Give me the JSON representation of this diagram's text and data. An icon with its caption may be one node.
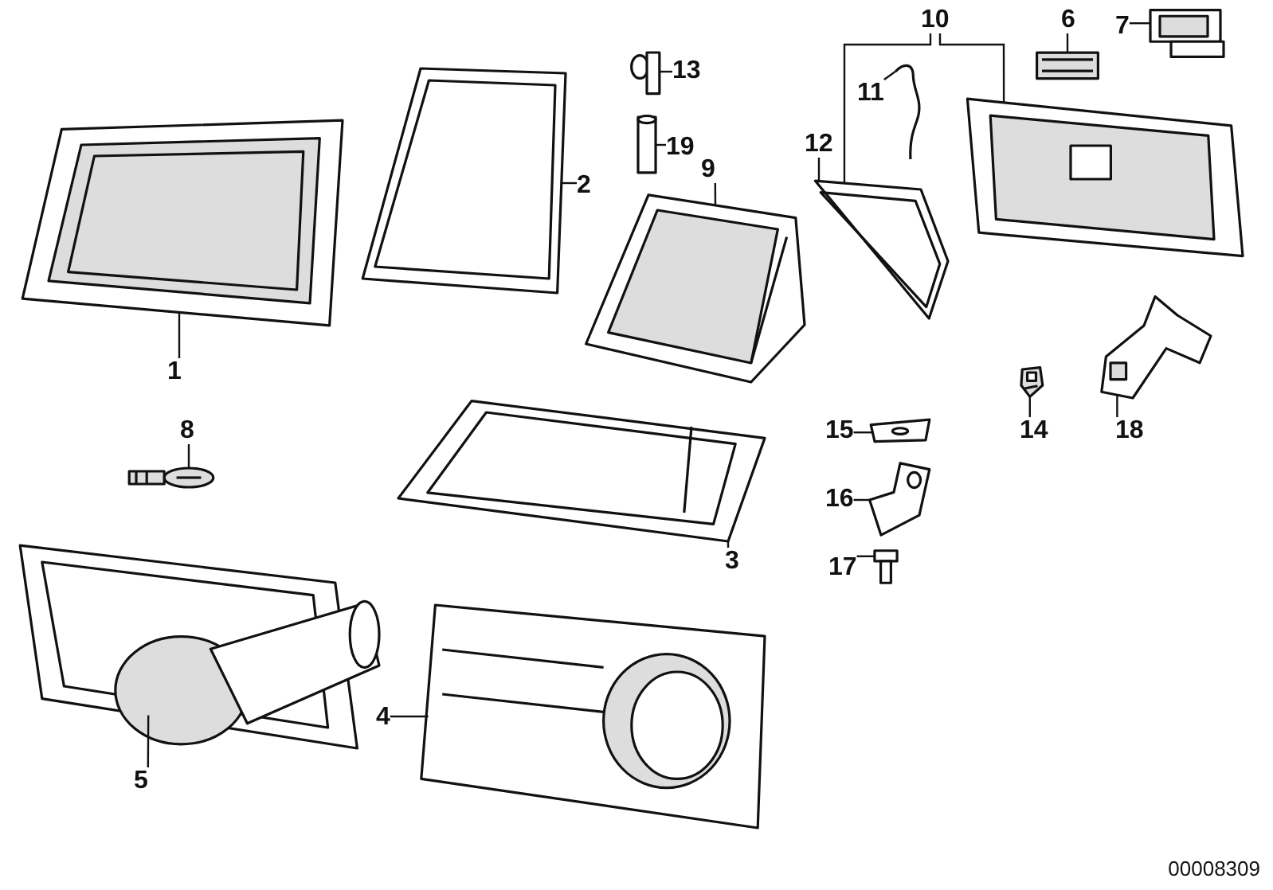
{
  "diagram": {
    "nodes": [
      {
        "text": [
          "1"
        ]
      },
      {
        "text": [
          "2"
        ]
      },
      {
        "text": [
          "3"
        ]
      },
      {
        "text": [
          "4"
        ]
      },
      {
        "text": [
          "5"
        ]
      },
      {
        "text": [
          "6"
        ]
      },
      {
        "text": [
          "7"
        ]
      },
      {
        "text": [
          "8"
        ]
      },
      {
        "text": [
          "9"
        ]
      },
      {
        "text": [
          "10"
        ]
      },
      {
        "text": [
          "11"
        ]
      },
      {
        "text": [
          "12"
        ]
      },
      {
        "text": [
          "13"
        ]
      },
      {
        "text": [
          "14"
        ]
      },
      {
        "text": [
          "15"
        ]
      },
      {
        "text": [
          "16"
        ]
      },
      {
        "text": [
          "17"
        ]
      },
      {
        "text": [
          "18"
        ]
      },
      {
        "text": [
          "19"
        ]
      },
      {
        "text": [],
        "shape": "picture"
      },
      {
        "text": [],
        "shape": "picture"
      },
      {
        "text": [],
        "shape": "picture"
      },
      {
        "text": [],
        "shape": "picture"
      },
      {
        "text": [],
        "shape": "picture"
      },
      {
        "text": [],
        "shape": "picture"
      },
      {
        "text": [],
        "shape": "picture"
      },
      {
        "text": [],
        "shape": "picture"
      },
      {
        "text": [],
        "shape": "picture"
      },
      {
        "text": [],
        "shape": "picture"
      },
      {
        "text": [],
        "shape": "picture"
      },
      {
        "text": [],
        "shape": "picture"
      },
      {
        "text": [],
        "shape": "picture"
      },
      {
        "text": [],
        "shape": "picture"
      },
      {
        "text": [],
        "shape": "picture"
      },
      {
        "text": [],
        "shape": "picture"
      },
      {
        "text": [],
        "shape": "picture"
      },
      {
        "text": [],
        "shape": "picture"
      },
      {
        "text": [],
        "shape": "picture"
      }
    ],
    "edges": [
      {
        "from": 0,
        "to": 19,
        "arrow": "none"
      },
      {
        "from": 1,
        "to": 20,
        "arrow": "none"
      },
      {
        "from": 2,
        "to": 21,
        "arrow": "none"
      },
      {
        "from": 3,
        "to": 22,
        "arrow": "none"
      },
      {
        "from": 4,
        "to": 23,
        "arrow": "none"
      },
      {
        "from": 5,
        "to": 24,
        "arrow": "none"
      },
      {
        "from": 6,
        "to": 25,
        "arrow": "none"
      },
      {
        "from": 7,
        "to": 26,
        "arrow": "none"
      },
      {
        "from": 8,
        "to": 27,
        "arrow": "none"
      },
      {
        "from": 9,
        "to": 28,
        "arrow": "none"
      },
      {
        "from": 10,
        "to": 29,
        "arrow": "none"
      },
      {
        "from": 11,
        "to": 30,
        "arrow": "none"
      },
      {
        "from": 12,
        "to": 31,
        "arrow": "none"
      },
      {
        "from": 13,
        "to": 32,
        "arrow": "none"
      },
      {
        "from": 14,
        "to": 33,
        "arrow": "none"
      },
      {
        "from": 15,
        "to": 34,
        "arrow": "none"
      },
      {
        "from": 16,
        "to": 35,
        "arrow": "none"
      },
      {
        "from": 17,
        "to": 36,
        "arrow": "none"
      },
      {
        "from": 18,
        "to": 37,
        "arrow": "none"
      },
      {
        "from": 9,
        "to": 30,
        "arrow": "none"
      }
    ],
    "labels": [
      "00008309"
    ]
  }
}
